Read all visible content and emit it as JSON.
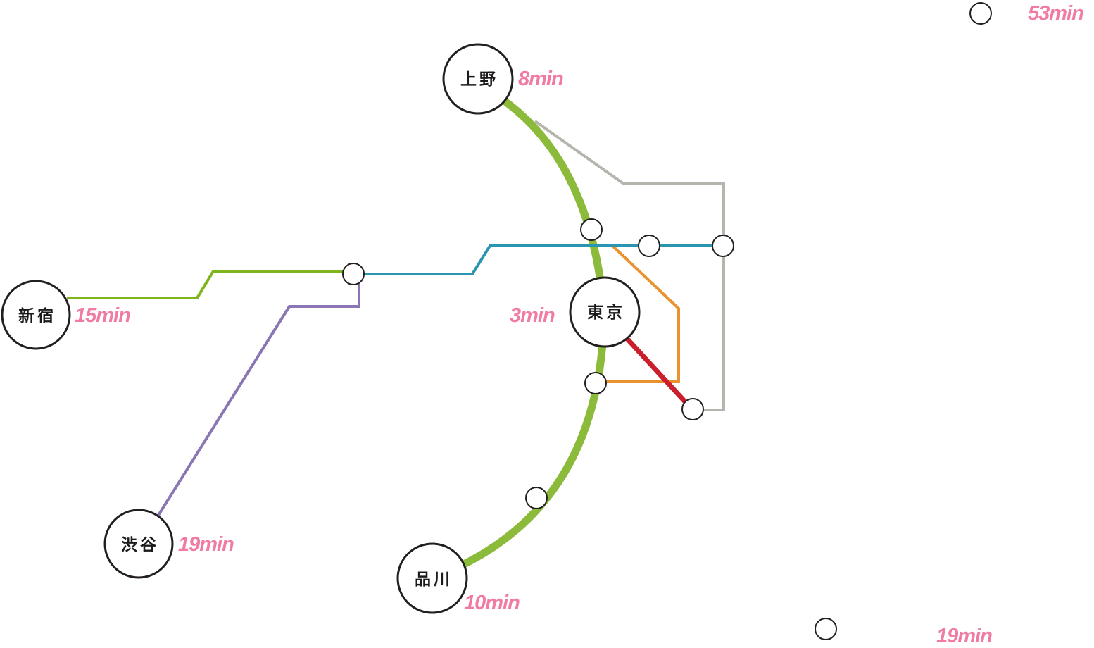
{
  "colors": {
    "yamanote": "#8cbb3c",
    "chuo": "#7db51b",
    "tozai": "#2a95b0",
    "hanzomon": "#8a76b4",
    "gray_line": "#b5b5ae",
    "orange_line": "#e9922f",
    "red_line": "#cc1f2e",
    "station_stroke": "#231f20",
    "time_label": "#f07ba3"
  },
  "stations": {
    "ueno": {
      "name": "上野",
      "time": "8min"
    },
    "tokyo": {
      "name": "東京",
      "time": "3min"
    },
    "shinjuku": {
      "name": "新宿",
      "time": "15min"
    },
    "shibuya": {
      "name": "渋谷",
      "time": "19min"
    },
    "shinagawa": {
      "name": "品川",
      "time": "10min"
    }
  },
  "remote_stations": [
    {
      "time": "53min"
    },
    {
      "time": "19min"
    }
  ]
}
